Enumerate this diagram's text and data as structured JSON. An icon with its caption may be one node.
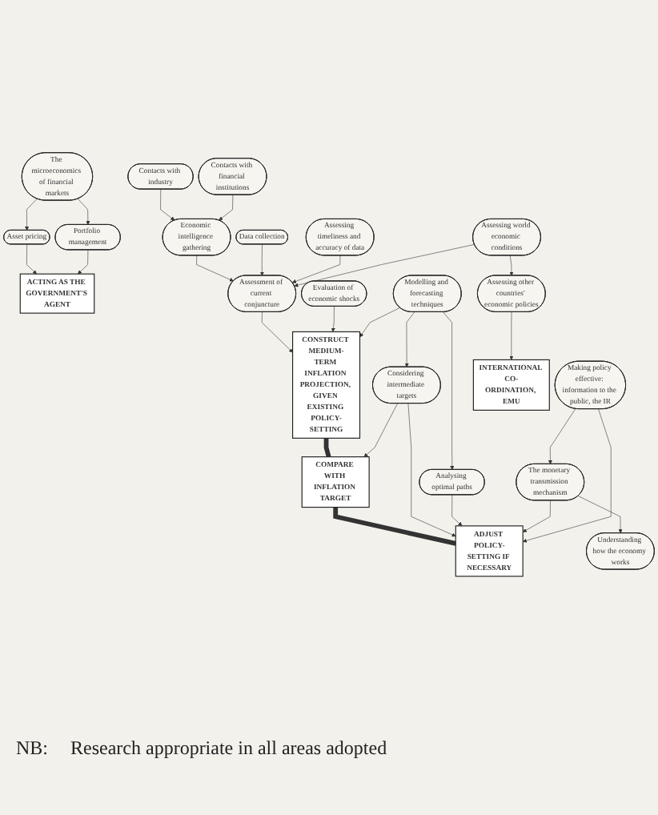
{
  "diagram": {
    "nodes": [
      {
        "text": [
          "Contacts with industry"
        ]
      },
      {
        "text": [
          "Contacts with financial institutions"
        ]
      },
      {
        "text": [
          "INTERNATIONAL CO-ORDINATION, EMU"
        ]
      },
      {
        "text": [
          "Economic intelligence gathering"
        ]
      },
      {
        "text": [
          "Assessing other countries' economic policies"
        ]
      },
      {
        "text": [
          "Data collection"
        ]
      },
      {
        "text": [
          "Assessing timeliness and accuracy of data"
        ]
      },
      {
        "text": [
          "Assessment of current conjuncture"
        ]
      },
      {
        "text": [
          "Assessing world economic conditions"
        ]
      },
      {
        "text": [
          "Evaluation of economic shocks"
        ]
      },
      {
        "text": [
          "CONSTRUCT MEDIUM-TERM INFLATION PROJECTION, GIVEN EXISTING POLICY-SETTING"
        ]
      },
      {
        "text": [
          "Modelling and forecasting techniques"
        ]
      },
      {
        "text": [
          "Understanding how the economy works"
        ]
      },
      {
        "text": [
          "COMPARE WITH INFLATION TARGET"
        ]
      },
      {
        "text": [
          "The monetary transmission mechanism"
        ]
      },
      {
        "text": [
          "Considering intermediate targets"
        ]
      },
      {
        "text": [
          "ADJUST POLICY-SETTING IF NECESSARY"
        ]
      },
      {
        "text": [
          "Analysing optimal paths"
        ]
      },
      {
        "text": [
          "Making policy effective: information to the public, the IR"
        ]
      },
      {
        "text": [
          "Asset pricing"
        ]
      },
      {
        "text": [
          "ACTING AS THE GOVERNMENT'S AGENT"
        ]
      },
      {
        "text": [
          "The microeconomics of financial markets"
        ]
      },
      {
        "text": [
          "Portfolio management"
        ]
      }
    ],
    "edges": [
      {
        "from": 0,
        "to": 3,
        "arrow": "to"
      },
      {
        "from": 1,
        "to": 3,
        "arrow": "to"
      },
      {
        "from": 3,
        "to": 7,
        "arrow": "to"
      },
      {
        "from": 5,
        "to": 7,
        "arrow": "to"
      },
      {
        "from": 6,
        "to": 7,
        "arrow": "to"
      },
      {
        "from": 8,
        "to": 7,
        "arrow": "to"
      },
      {
        "from": 8,
        "to": 4,
        "arrow": "to"
      },
      {
        "from": 4,
        "to": 2,
        "arrow": "to"
      },
      {
        "from": 7,
        "to": 10,
        "arrow": "to"
      },
      {
        "from": 9,
        "to": 10,
        "arrow": "to"
      },
      {
        "from": 11,
        "to": 10,
        "arrow": "to"
      },
      {
        "from": 10,
        "to": 13,
        "arrow": "none",
        "style": "thick"
      },
      {
        "from": 13,
        "to": 16,
        "arrow": "none",
        "style": "thick"
      },
      {
        "from": 11,
        "to": 15,
        "arrow": "to"
      },
      {
        "from": 15,
        "to": 13,
        "arrow": "to"
      },
      {
        "from": 15,
        "to": 16,
        "arrow": "to"
      },
      {
        "from": 11,
        "to": 17,
        "arrow": "to"
      },
      {
        "from": 17,
        "to": 16,
        "arrow": "to"
      },
      {
        "from": 14,
        "to": 16,
        "arrow": "to"
      },
      {
        "from": 14,
        "to": 12,
        "arrow": "to"
      },
      {
        "from": 18,
        "to": 14,
        "arrow": "to"
      },
      {
        "from": 18,
        "to": 16,
        "arrow": "to"
      },
      {
        "from": 21,
        "to": 19,
        "arrow": "to"
      },
      {
        "from": 21,
        "to": 22,
        "arrow": "to"
      },
      {
        "from": 19,
        "to": 20,
        "arrow": "to"
      },
      {
        "from": 22,
        "to": 20,
        "arrow": "to"
      }
    ],
    "labels": [
      "NB:",
      "Research appropriate in all areas adopted"
    ]
  }
}
